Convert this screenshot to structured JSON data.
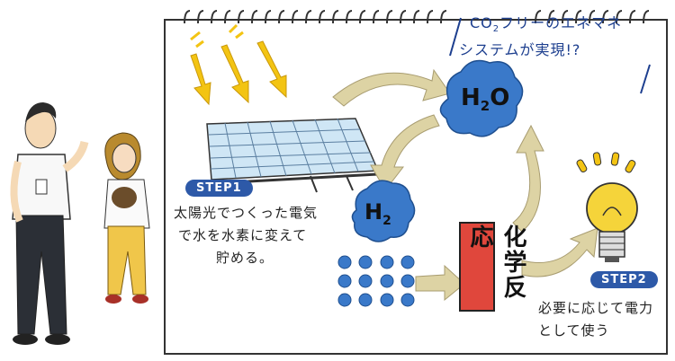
{
  "title": {
    "line1_prefix": "CO",
    "line1_sub": "2",
    "line1_rest": "フリーのエネマネ",
    "line2": "システムが実現!?"
  },
  "step1": {
    "badge": "STEP1",
    "caption_line1": "太陽光でつくった電気",
    "caption_line2": "で水を水素に変えて",
    "caption_line3": "貯める。"
  },
  "molecules": {
    "water_main": "H",
    "water_sub": "2",
    "water_tail": "O",
    "hydrogen_main": "H",
    "hydrogen_sub": "2"
  },
  "reaction_box": "化学反応",
  "step2": {
    "badge": "STEP2",
    "caption_line1": "必要に応じて電力",
    "caption_line2": "として使う"
  },
  "colors": {
    "paper_border": "#333333",
    "arrow_fill": "#ddd3a4",
    "molecule_blue": "#3a79c9",
    "step_badge": "#2d59a8",
    "title_blue": "#1d3f8f",
    "reaction_red": "#e0473c",
    "sun_ray": "#f3c413",
    "bulb_yellow": "#f5d43a"
  },
  "icons": [
    "sun-ray-icon",
    "solar-panel-icon",
    "light-bulb-icon",
    "man-figure-icon",
    "woman-figure-icon"
  ]
}
